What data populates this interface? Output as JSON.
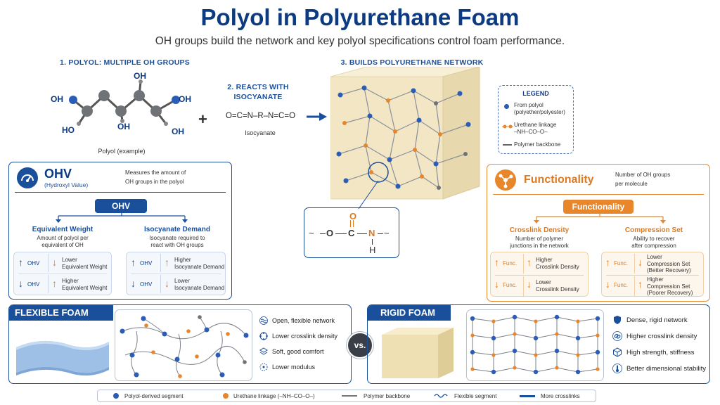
{
  "header": {
    "title": "Polyol in Polyurethane Foam",
    "subtitle": "OH groups build the network and key polyol specifications control foam performance."
  },
  "step1": {
    "heading": "1. POLYOL: MULTIPLE OH GROUPS",
    "oh_label": "OH",
    "ho_label": "HO",
    "caption": "Polyol (example)"
  },
  "step2": {
    "heading_line1": "2. REACTS WITH",
    "heading_line2": "ISOCYANATE",
    "formula": "O=C=N–R–N=C=O",
    "caption": "Isocyanate",
    "plus": "+"
  },
  "step3": {
    "heading": "3. BUILDS POLYURETHANE NETWORK"
  },
  "legend_box": {
    "title": "LEGEND",
    "items": [
      {
        "line1": "From polyol",
        "line2": "(polyether/polyester)"
      },
      {
        "line1": "Urethane linkage",
        "line2": "–NH–CO–O–"
      },
      {
        "line1": "Polymer backbone",
        "line2": ""
      }
    ]
  },
  "urethane_zoom": {
    "o_top": "O",
    "o_left": "O",
    "c": "C",
    "n": "N",
    "h": "H"
  },
  "ohv": {
    "title": "OHV",
    "subtitle": "(Hydroxyl Value)",
    "desc_line1": "Measures the amount of",
    "desc_line2": "OH groups in the polyol",
    "pill": "OHV",
    "left": {
      "title": "Equivalent Weight",
      "desc_line1": "Amount of polyol per",
      "desc_line2": "equivalent of OH",
      "rows": [
        {
          "key": "OHV",
          "res_line1": "Lower",
          "res_line2": "Equivalent Weight"
        },
        {
          "key": "OHV",
          "res_line1": "Higher",
          "res_line2": "Equivalent Weight"
        }
      ]
    },
    "right": {
      "title": "Isocyanate Demand",
      "desc_line1": "Isocyanate required to",
      "desc_line2": "react with OH groups",
      "rows": [
        {
          "key": "OHV",
          "res_line1": "Higher",
          "res_line2": "Isocyanate Demand"
        },
        {
          "key": "OHV",
          "res_line1": "Lower",
          "res_line2": "Isocyanate Demand"
        }
      ]
    }
  },
  "functionality": {
    "title": "Functionality",
    "desc_line1": "Number of OH groups",
    "desc_line2": "per molecule",
    "pill": "Functionality",
    "left": {
      "title": "Crosslink Density",
      "desc_line1": "Number of polymer",
      "desc_line2": "junctions in the network",
      "rows": [
        {
          "key": "Func.",
          "res_line1": "Higher",
          "res_line2": "Crosslink Density",
          "res_line3": ""
        },
        {
          "key": "Func.",
          "res_line1": "Lower",
          "res_line2": "Crosslink Density",
          "res_line3": ""
        }
      ]
    },
    "right": {
      "title": "Compression Set",
      "desc_line1": "Ability to recover",
      "desc_line2": "after compression",
      "rows": [
        {
          "key": "Func.",
          "res_line1": "Lower",
          "res_line2": "Compression Set",
          "res_line3": "(Better Recovery)"
        },
        {
          "key": "Func.",
          "res_line1": "Higher",
          "res_line2": "Compression Set",
          "res_line3": "(Poorer Recovery)"
        }
      ]
    }
  },
  "flexible": {
    "banner": "FLEXIBLE FOAM",
    "features": [
      {
        "icon": "wave-icon",
        "text": "Open, flexible network"
      },
      {
        "icon": "ring-dots-icon",
        "text": "Lower crosslink density"
      },
      {
        "icon": "layers-icon",
        "text": "Soft, good comfort"
      },
      {
        "icon": "dotted-circle-icon",
        "text": "Lower modulus"
      }
    ]
  },
  "vs": "vs.",
  "rigid": {
    "banner": "RIGID FOAM",
    "features": [
      {
        "icon": "shield-icon",
        "text": "Dense, rigid network"
      },
      {
        "icon": "link-icon",
        "text": "Higher crosslink density"
      },
      {
        "icon": "cube-icon",
        "text": "High strength, stiffness"
      },
      {
        "icon": "thermometer-icon",
        "text": "Better dimensional stability"
      }
    ]
  },
  "bottom_legend": [
    "Polyol-derived segment",
    "Urethane linkage (–NH–CO–O–)",
    "Polymer backbone",
    "Flexible segment",
    "More crosslinks"
  ],
  "colors": {
    "navy": "#0d3b82",
    "blue": "#1a4f9c",
    "orange": "#e07a1f",
    "node_blue": "#2b5db6",
    "node_orange": "#e8862b",
    "foam_cream": "#f2e6c4"
  }
}
